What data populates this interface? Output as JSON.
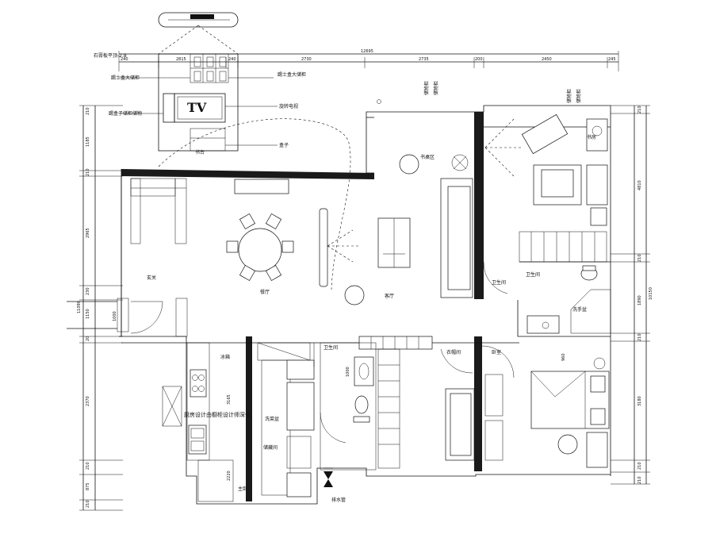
{
  "labels": {
    "wall_top_note": "石膏板平顶-2.8",
    "cab_left": "踢士盒大储柜",
    "cab_right": "踢士盒大储柜",
    "tv_text": "TV",
    "tv_right": "旋转电视",
    "cab_left2": "踢盒子储柜储物",
    "lower_right": "盒子",
    "lower_mid": "书台",
    "lower_note": "书桌区",
    "entrance": "玄关",
    "dining": "餐厅",
    "living": "客厅",
    "kitchen_note": "厨房设计由橱柜设计师深化",
    "fridge": "冰箱",
    "sink": "洗菜盆",
    "pantry": "储藏间",
    "bath1": "卫生间",
    "bath2": "卫生间",
    "bath3": "卫生间",
    "bedroom_door": "卧室",
    "closet": "衣帽间",
    "water_meter": "排水管",
    "wash": "洗手盆",
    "master": "主卧",
    "study": "书房",
    "top_mid_labels": [
      "储物柜",
      "储物柜"
    ],
    "top_right_labels": [
      "储物柜",
      "储物柜"
    ]
  },
  "dims_top": [
    "240",
    "2815",
    "240",
    "2730",
    "2735",
    "200",
    "2450",
    "245"
  ],
  "dim_total_top": "12695",
  "dims_left": [
    "210",
    "1185",
    "210",
    "2965",
    "230",
    "1150",
    "11090",
    "20",
    "2370",
    "210",
    "875",
    "210"
  ],
  "dims_right": [
    "210",
    "4810",
    "210",
    "1890",
    "10150",
    "210",
    "3180",
    "210",
    "210"
  ],
  "dims_inner": [
    "1000",
    "3165",
    "2220",
    "1000",
    "960"
  ],
  "colors": {
    "line": "#111111",
    "wall": "#1a1a1a",
    "bg": "#ffffff"
  }
}
